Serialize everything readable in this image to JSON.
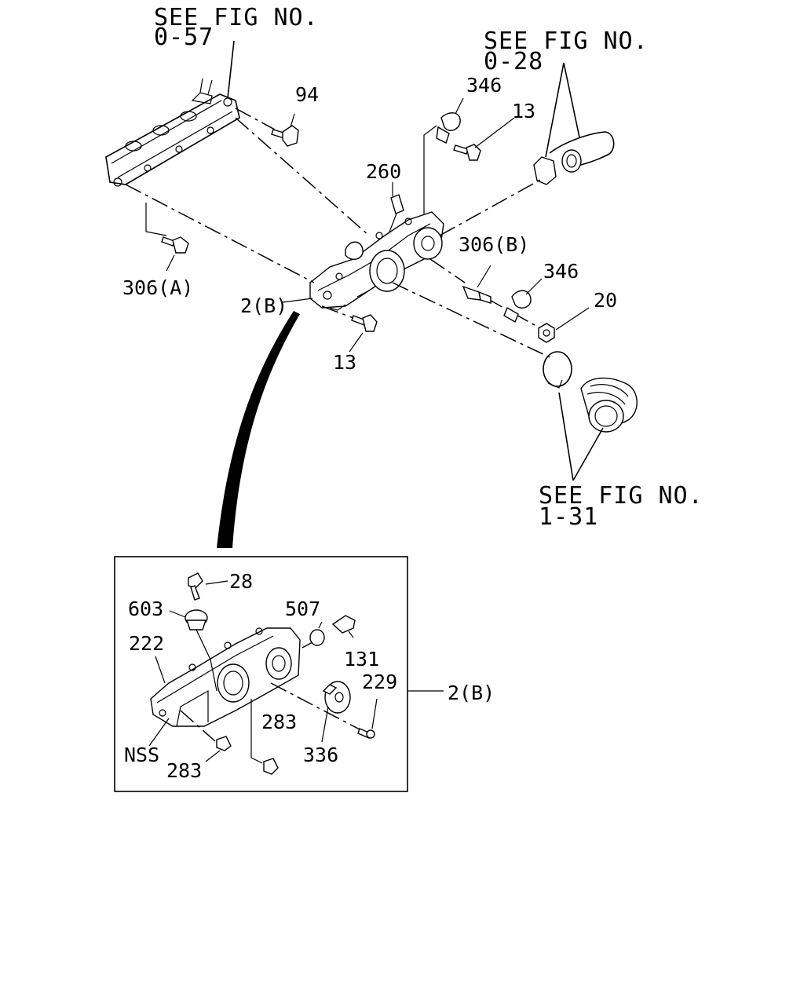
{
  "references": {
    "fig_0_57": {
      "line1": "SEE FIG NO.",
      "line2": "0-57"
    },
    "fig_0_28": {
      "line1": "SEE FIG NO.",
      "line2": "0-28"
    },
    "fig_1_31": {
      "line1": "SEE FIG NO.",
      "line2": "1-31"
    }
  },
  "main_labels": {
    "p94": "94",
    "p346_top": "346",
    "p13_top": "13",
    "p260": "260",
    "p306b": "306(B)",
    "p346_mid": "346",
    "p20": "20",
    "p306a": "306(A)",
    "p2b": "2(B)",
    "p13_bottom": "13"
  },
  "detail_labels": {
    "p28": "28",
    "p603": "603",
    "p507": "507",
    "p222": "222",
    "p131": "131",
    "p229": "229",
    "p2b": "2(B)",
    "p283_mid": "283",
    "pNSS": "NSS",
    "p336": "336",
    "p283_low": "283"
  }
}
